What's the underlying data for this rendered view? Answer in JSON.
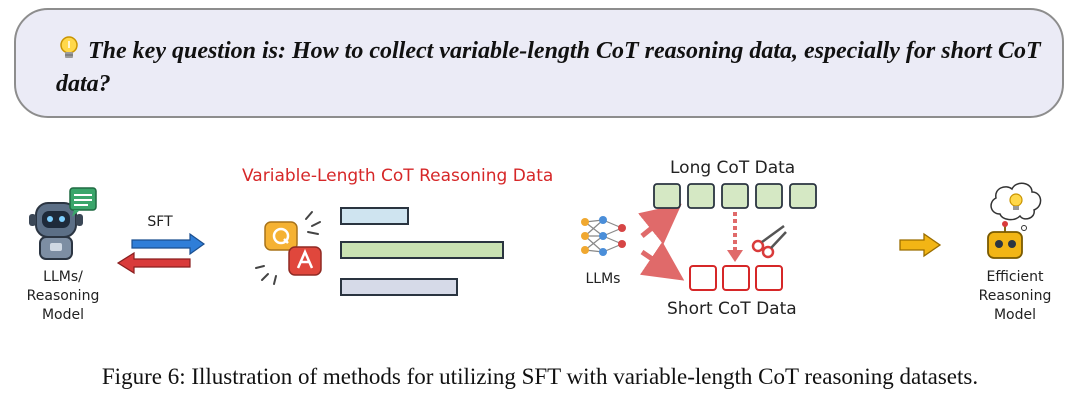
{
  "question": {
    "text": "The key question is: How to collect variable-length CoT reasoning data, especially for short CoT data?",
    "box_color": "#ebebf6",
    "icon": "lightbulb-icon"
  },
  "diagram": {
    "left_model_label": "LLMs/\nReasoning\nModel",
    "sft_label": "SFT",
    "variable_title": "Variable-Length CoT Reasoning Data",
    "llms_label": "LLMs",
    "long_label": "Long CoT Data",
    "short_label": "Short CoT Data",
    "right_model_label": "Efficient\nReasoning\nModel",
    "colors": {
      "title_red": "#d62728",
      "bar_blue": "#cfe4f0",
      "bar_green": "#c9e2b3",
      "bar_purple": "#d6dae8",
      "long_box_fill": "#d5e8c4",
      "short_box_border": "#d62728",
      "arrow_blue": "#2f7ed8",
      "arrow_red": "#d93b3b",
      "arrow_gold": "#f2b515"
    },
    "icons": [
      "robot-icon",
      "chat-bubble-icon",
      "qa-bubbles-icon",
      "neural-network-icon",
      "scissors-icon",
      "robot-thinking-icon",
      "lightbulb-icon"
    ]
  },
  "caption": "Figure 6: Illustration of methods for utilizing SFT with variable-length CoT reasoning datasets."
}
